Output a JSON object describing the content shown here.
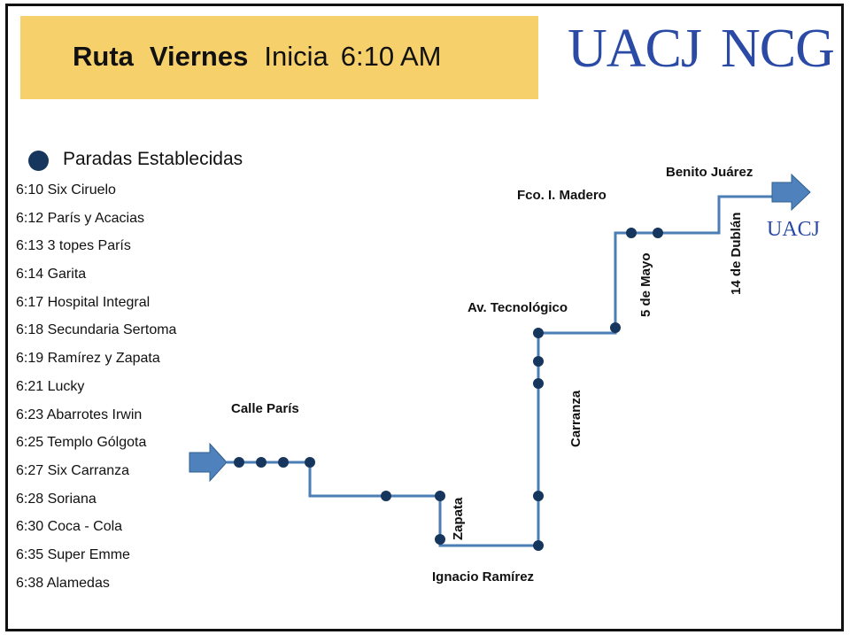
{
  "header": {
    "route_label": "Ruta",
    "day": "Viernes",
    "start_label": "Inicia",
    "start_time": "6:10 AM"
  },
  "logo": {
    "left": "UACJ",
    "right": "NCG",
    "small": "UACJ"
  },
  "legend": {
    "label": "Paradas Establecidas"
  },
  "stops": [
    "6:10  Six Ciruelo",
    "6:12  París y Acacias",
    "6:13  3 topes París",
    "6:14  Garita",
    "6:17  Hospital Integral",
    "6:18  Secundaria Sertoma",
    "6:19 Ramírez y Zapata",
    "6:21 Lucky",
    "6:23 Abarrotes Irwin",
    "6:25 Templo Gólgota",
    "6:27 Six Carranza",
    "6:28 Soriana",
    "6:30 Coca - Cola",
    "6:35 Super Emme",
    "6:38 Alamedas"
  ],
  "streets": {
    "calle_paris": "Calle París",
    "zapata": "Zapata",
    "ignacio_ramirez": "Ignacio Ramírez",
    "carranza": "Carranza",
    "av_tecnologico": "Av. Tecnológico",
    "fco_madero": "Fco. I. Madero",
    "cinco_mayo": "5 de Mayo",
    "benito_juarez": "Benito Juárez",
    "catorce_dublan": "14 de Dublán"
  },
  "colors": {
    "route": "#4a7eb5",
    "stop": "#17365d",
    "arrow": "#4f81bd",
    "banner": "#f6d06a",
    "logo": "#2a4aa5"
  }
}
